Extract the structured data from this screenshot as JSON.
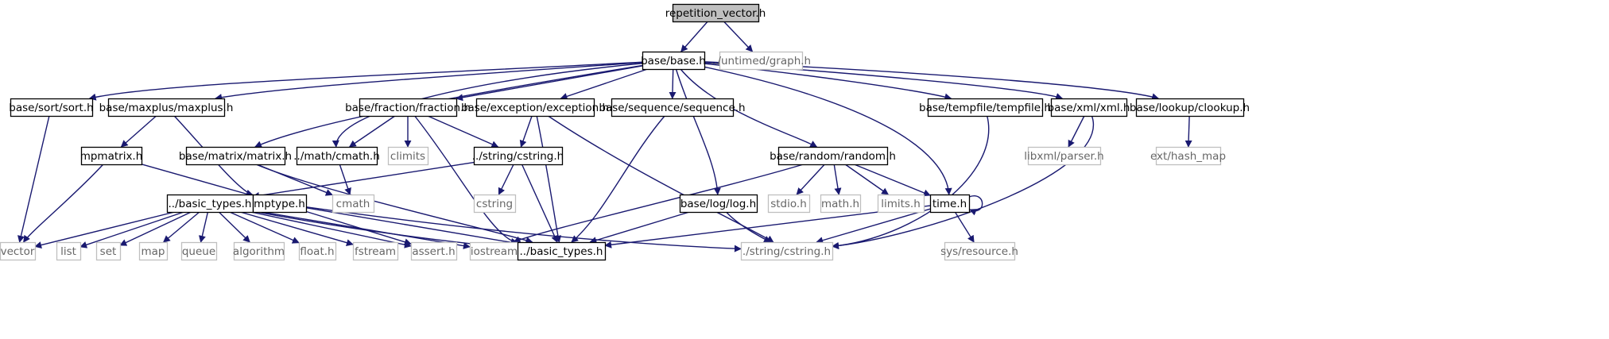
{
  "colors": {
    "edge": "#191970",
    "root_fill": "#bfbfbf",
    "root_border": "#000000",
    "doc_border": "#000000",
    "external_border": "#bfbfbf",
    "doc_text": "#000000",
    "external_text": "#666666"
  },
  "graph": {
    "nodes": [
      {
        "id": "rv",
        "label": "repetition_vector.h",
        "kind": "root"
      },
      {
        "id": "base",
        "label": "base/base.h",
        "kind": "doc"
      },
      {
        "id": "graph",
        "label": "../untimed/graph.h",
        "kind": "external"
      },
      {
        "id": "sort",
        "label": "base/sort/sort.h",
        "kind": "doc"
      },
      {
        "id": "maxplus",
        "label": "base/maxplus/maxplus.h",
        "kind": "doc"
      },
      {
        "id": "fraction",
        "label": "base/fraction/fraction.h",
        "kind": "doc"
      },
      {
        "id": "exception",
        "label": "base/exception/exception.h",
        "kind": "doc"
      },
      {
        "id": "sequence",
        "label": "base/sequence/sequence.h",
        "kind": "doc"
      },
      {
        "id": "tempfile",
        "label": "base/tempfile/tempfile.h",
        "kind": "doc"
      },
      {
        "id": "xml",
        "label": "base/xml/xml.h",
        "kind": "doc"
      },
      {
        "id": "clookup",
        "label": "base/lookup/clookup.h",
        "kind": "doc"
      },
      {
        "id": "mpmatrix",
        "label": "mpmatrix.h",
        "kind": "doc"
      },
      {
        "id": "matrix",
        "label": "base/matrix/matrix.h",
        "kind": "doc"
      },
      {
        "id": "mathcmath",
        "label": "../math/cmath.h",
        "kind": "doc"
      },
      {
        "id": "climits",
        "label": "climits",
        "kind": "external"
      },
      {
        "id": "strcstring",
        "label": "../string/cstring.h",
        "kind": "doc"
      },
      {
        "id": "random",
        "label": "base/random/random.h",
        "kind": "doc"
      },
      {
        "id": "libxml",
        "label": "libxml/parser.h",
        "kind": "external"
      },
      {
        "id": "hashmap",
        "label": "ext/hash_map",
        "kind": "external"
      },
      {
        "id": "cmath",
        "label": "cmath",
        "kind": "external"
      },
      {
        "id": "basictypes1",
        "label": "../basic_types.h",
        "kind": "doc"
      },
      {
        "id": "mptype",
        "label": "mptype.h",
        "kind": "doc"
      },
      {
        "id": "cstring",
        "label": "cstring",
        "kind": "external"
      },
      {
        "id": "log",
        "label": "base/log/log.h",
        "kind": "doc"
      },
      {
        "id": "stdio",
        "label": "stdio.h",
        "kind": "external"
      },
      {
        "id": "mathh",
        "label": "math.h",
        "kind": "external"
      },
      {
        "id": "limits",
        "label": "limits.h",
        "kind": "external"
      },
      {
        "id": "time",
        "label": "time.h",
        "kind": "doc"
      },
      {
        "id": "vector",
        "label": "vector",
        "kind": "external"
      },
      {
        "id": "list",
        "label": "list",
        "kind": "external"
      },
      {
        "id": "set",
        "label": "set",
        "kind": "external"
      },
      {
        "id": "map",
        "label": "map",
        "kind": "external"
      },
      {
        "id": "queue",
        "label": "queue",
        "kind": "external"
      },
      {
        "id": "algorithm",
        "label": "algorithm",
        "kind": "external"
      },
      {
        "id": "floath",
        "label": "float.h",
        "kind": "external"
      },
      {
        "id": "fstream",
        "label": "fstream",
        "kind": "external"
      },
      {
        "id": "asserth",
        "label": "assert.h",
        "kind": "external"
      },
      {
        "id": "iostream",
        "label": "iostream",
        "kind": "external"
      },
      {
        "id": "basictypes2",
        "label": "../basic_types.h",
        "kind": "doc"
      },
      {
        "id": "dotcstring",
        "label": "./string/cstring.h",
        "kind": "external"
      },
      {
        "id": "resource",
        "label": "sys/resource.h",
        "kind": "external"
      }
    ],
    "edges": [
      [
        "rv",
        "base"
      ],
      [
        "rv",
        "graph"
      ],
      [
        "base",
        "sort"
      ],
      [
        "base",
        "maxplus"
      ],
      [
        "base",
        "fraction"
      ],
      [
        "base",
        "exception"
      ],
      [
        "base",
        "sequence"
      ],
      [
        "base",
        "tempfile"
      ],
      [
        "base",
        "xml"
      ],
      [
        "base",
        "clookup"
      ],
      [
        "base",
        "matrix"
      ],
      [
        "base",
        "mathcmath"
      ],
      [
        "base",
        "random"
      ],
      [
        "base",
        "log"
      ],
      [
        "base",
        "time"
      ],
      [
        "sort",
        "vector"
      ],
      [
        "maxplus",
        "mpmatrix"
      ],
      [
        "maxplus",
        "mptype"
      ],
      [
        "mpmatrix",
        "mptype"
      ],
      [
        "mpmatrix",
        "vector"
      ],
      [
        "fraction",
        "mathcmath"
      ],
      [
        "fraction",
        "climits"
      ],
      [
        "fraction",
        "strcstring"
      ],
      [
        "fraction",
        "basictypes2"
      ],
      [
        "exception",
        "strcstring"
      ],
      [
        "exception",
        "basictypes2"
      ],
      [
        "exception",
        "dotcstring"
      ],
      [
        "sequence",
        "basictypes2"
      ],
      [
        "tempfile",
        "dotcstring"
      ],
      [
        "xml",
        "libxml"
      ],
      [
        "xml",
        "dotcstring"
      ],
      [
        "clookup",
        "hashmap"
      ],
      [
        "matrix",
        "cmath"
      ],
      [
        "matrix",
        "basictypes2"
      ],
      [
        "mathcmath",
        "cmath"
      ],
      [
        "strcstring",
        "cstring"
      ],
      [
        "strcstring",
        "basictypes1"
      ],
      [
        "strcstring",
        "basictypes2"
      ],
      [
        "random",
        "stdio"
      ],
      [
        "random",
        "mathh"
      ],
      [
        "random",
        "limits"
      ],
      [
        "random",
        "time"
      ],
      [
        "random",
        "iostream"
      ],
      [
        "log",
        "basictypes2"
      ],
      [
        "log",
        "dotcstring"
      ],
      [
        "time",
        "time"
      ],
      [
        "time",
        "basictypes2"
      ],
      [
        "time",
        "dotcstring"
      ],
      [
        "time",
        "resource"
      ],
      [
        "basictypes1",
        "vector"
      ],
      [
        "basictypes1",
        "list"
      ],
      [
        "basictypes1",
        "set"
      ],
      [
        "basictypes1",
        "map"
      ],
      [
        "basictypes1",
        "queue"
      ],
      [
        "basictypes1",
        "algorithm"
      ],
      [
        "basictypes1",
        "floath"
      ],
      [
        "basictypes1",
        "fstream"
      ],
      [
        "basictypes1",
        "asserth"
      ],
      [
        "basictypes1",
        "iostream"
      ],
      [
        "basictypes1",
        "basictypes2"
      ],
      [
        "mptype",
        "asserth"
      ],
      [
        "mptype",
        "basictypes2"
      ],
      [
        "mptype",
        "dotcstring"
      ]
    ]
  }
}
